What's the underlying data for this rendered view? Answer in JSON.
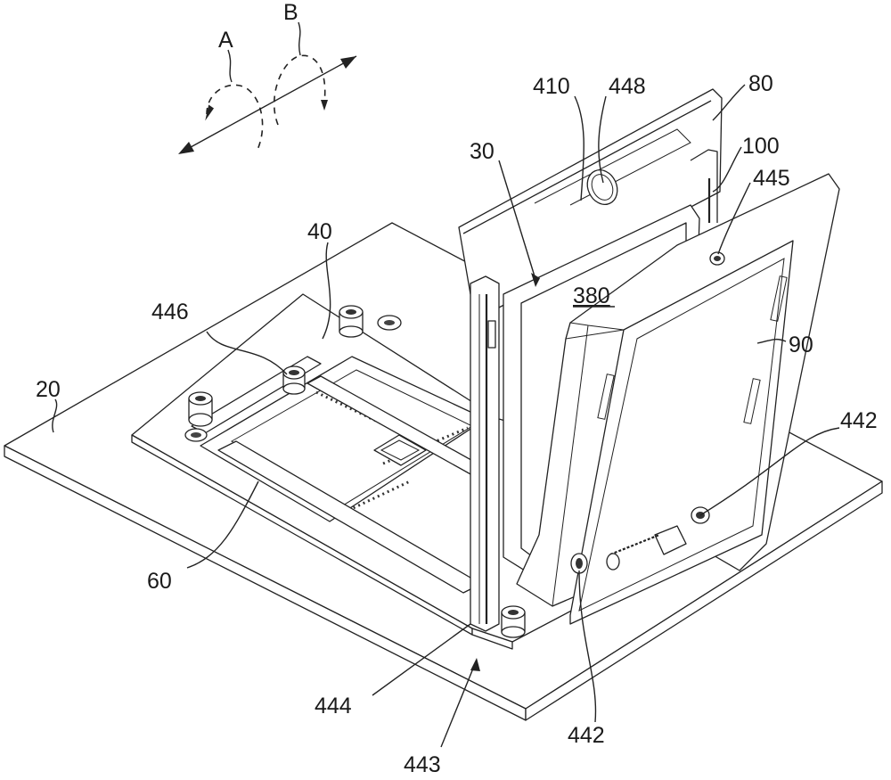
{
  "figure": {
    "rotation_labels": {
      "a": "A",
      "b": "B"
    },
    "reference_numerals": {
      "board": "20",
      "processor_carrier": "30",
      "socket_frame": "40",
      "socket": "60",
      "load_plate": "80",
      "carrier_frame": "90",
      "clip": "100",
      "carrier_surface": "380",
      "opening": "410",
      "hinge_lower_left": "442",
      "hinge_lower_right": "442",
      "base_corner": "443",
      "hinge_post": "444",
      "fastener_upper": "445",
      "standoff": "446",
      "aperture": "448"
    }
  }
}
